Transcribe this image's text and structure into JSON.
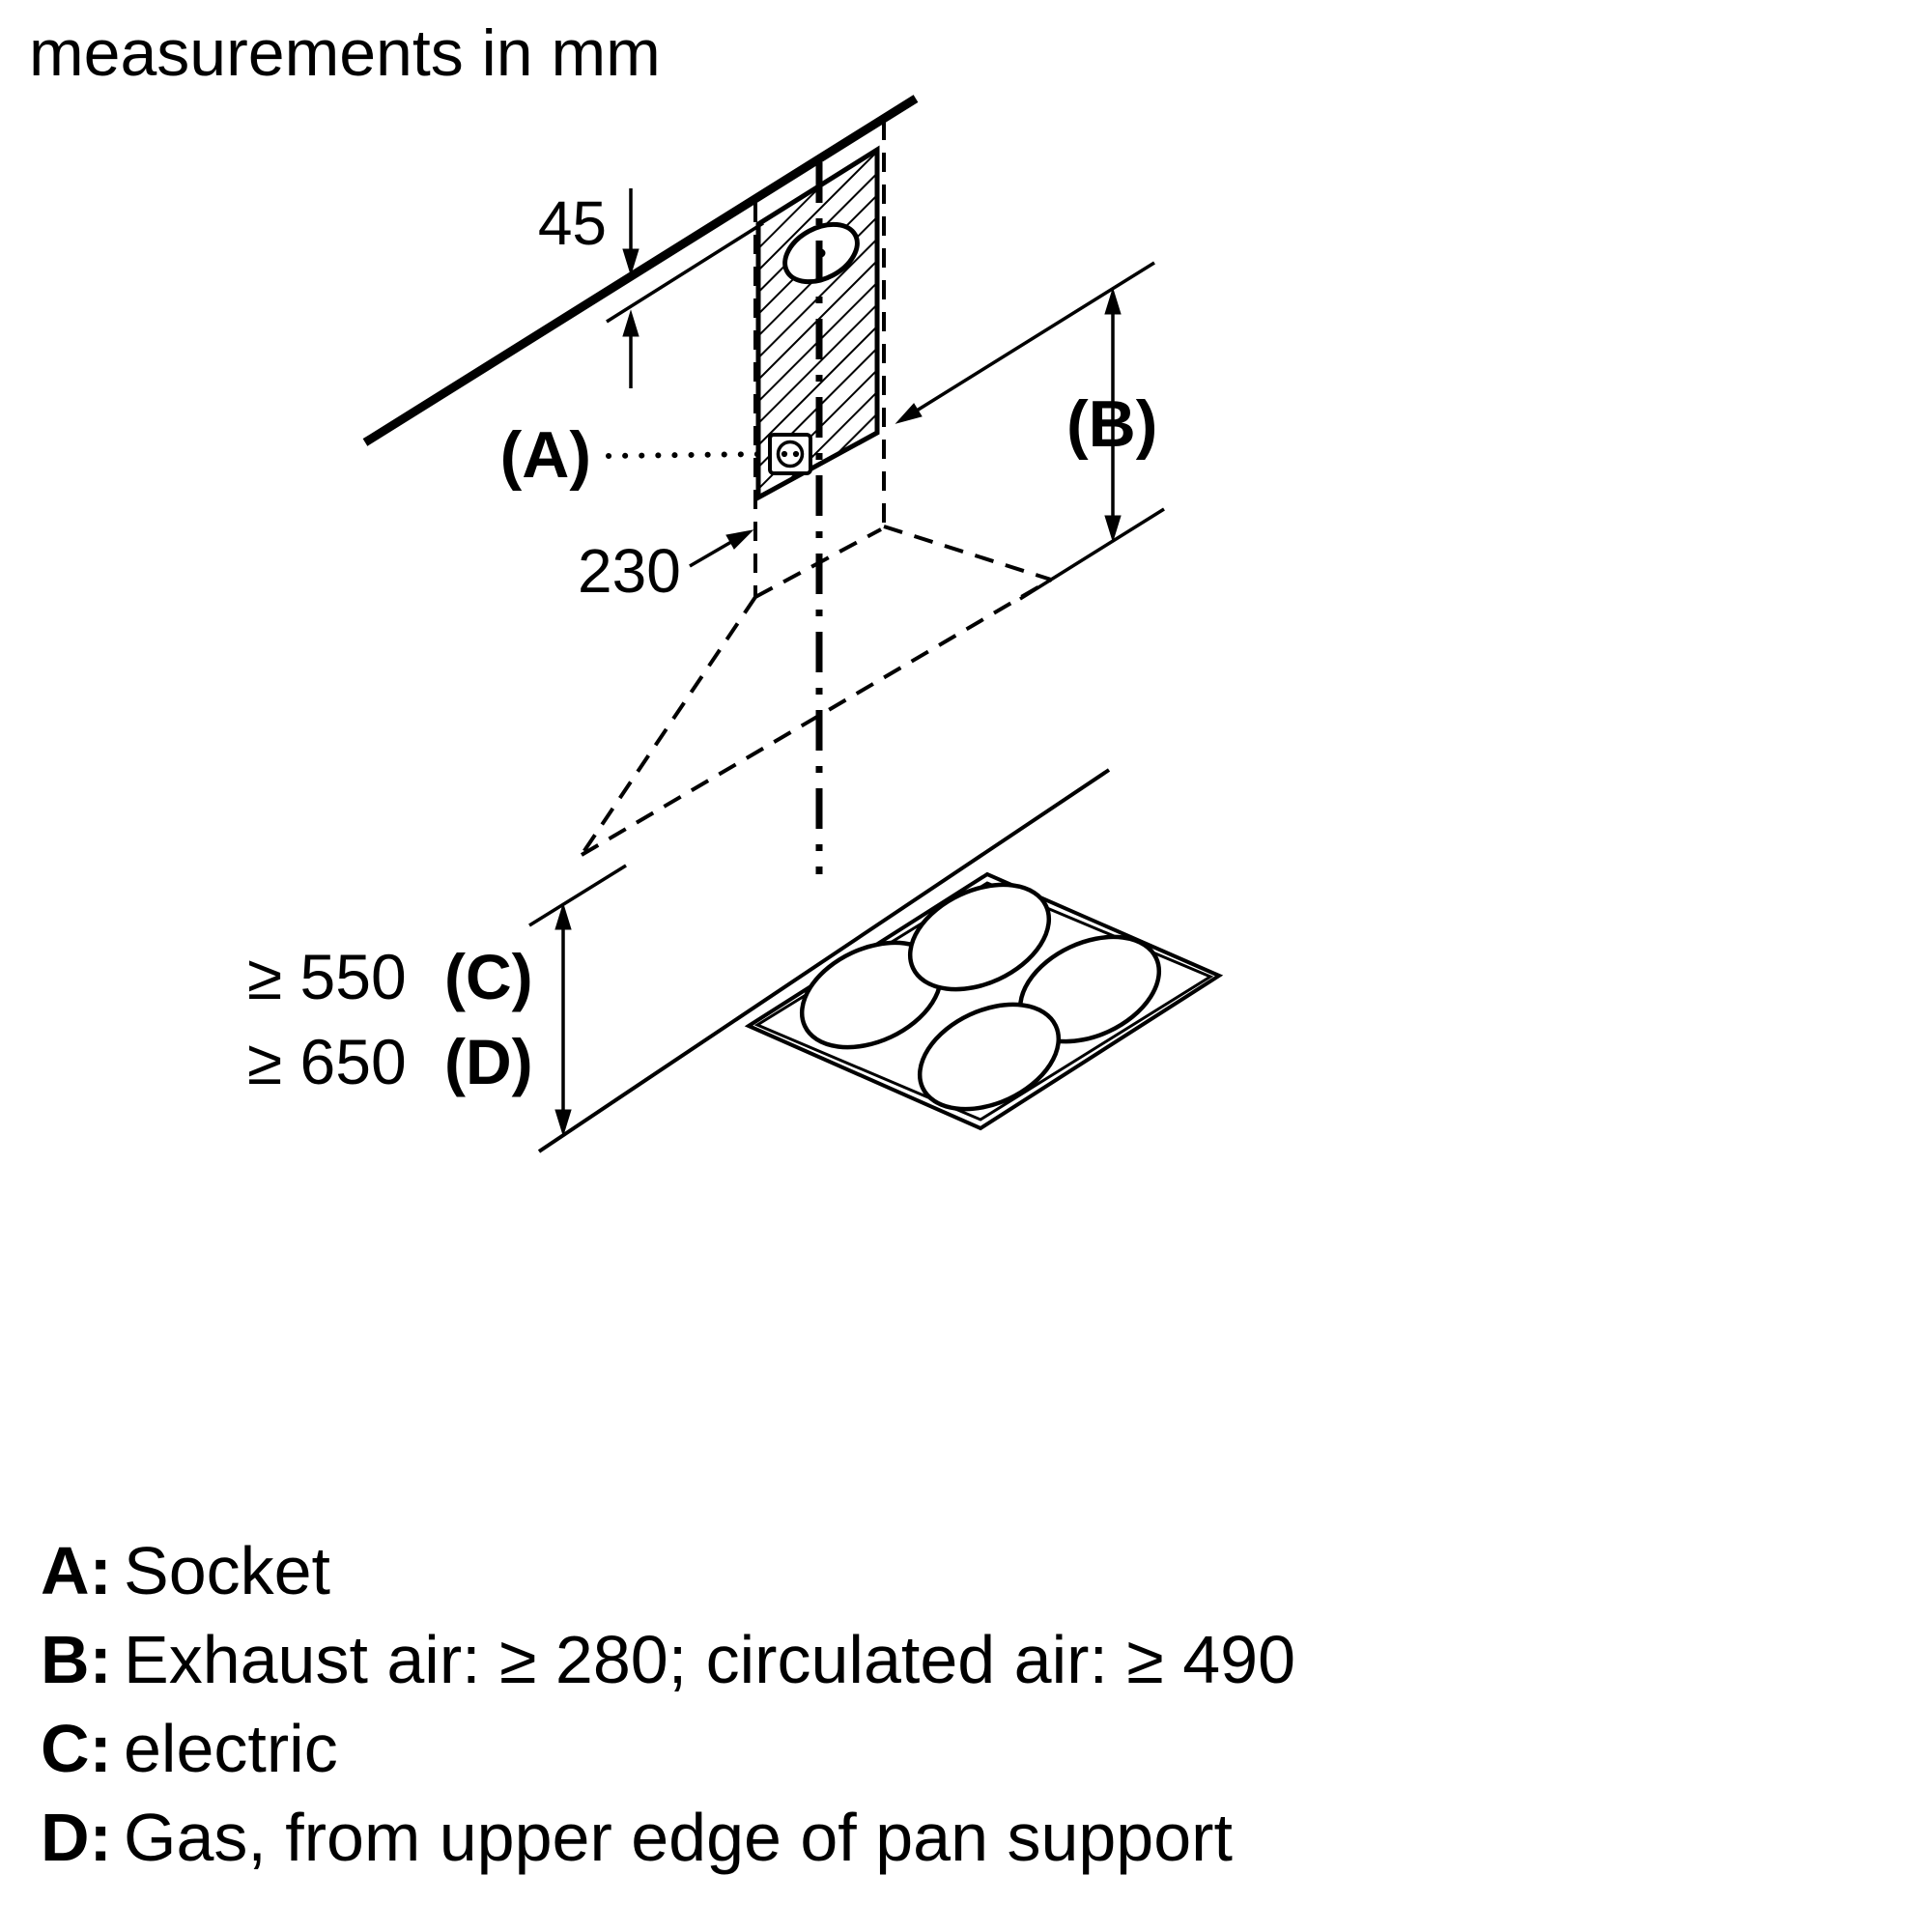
{
  "title": "measurements in mm",
  "diagram": {
    "dim_45": "45",
    "dim_230": "230",
    "label_a": "(A)",
    "label_b": "(B)",
    "dim_c_value": "≥ 550",
    "dim_c_key": "(C)",
    "dim_d_value": "≥ 650",
    "dim_d_key": "(D)"
  },
  "legend": {
    "items": [
      {
        "key": "A:",
        "text": "Socket"
      },
      {
        "key": "B:",
        "text": "Exhaust air: ≥ 280; circulated air: ≥ 490"
      },
      {
        "key": "C:",
        "text": "electric"
      },
      {
        "key": "D:",
        "text": "Gas, from upper edge of pan support"
      }
    ]
  },
  "colors": {
    "ink": "#000000",
    "paper": "#ffffff"
  }
}
